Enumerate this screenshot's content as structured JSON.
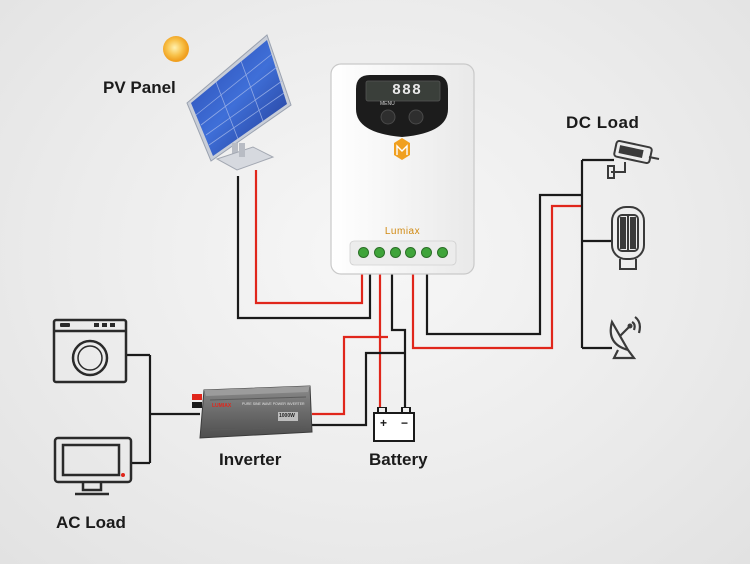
{
  "labels": {
    "pv_panel": "PV Panel",
    "dc_load": "DC Load",
    "inverter": "Inverter",
    "battery": "Battery",
    "ac_load": "AC Load"
  },
  "controller": {
    "brand": "Lumiax",
    "display_reading": "888",
    "menu_label": "MENU",
    "terminal_count": 6
  },
  "inverter": {
    "brand": "LUMIAX",
    "model_text": "PURE SINE WAVE POWER INVERTER",
    "power_rating": "1000W"
  },
  "battery": {
    "positive_symbol": "+",
    "negative_symbol": "−"
  },
  "dc_loads": [
    "cctv-camera",
    "street-light",
    "satellite-dish"
  ],
  "ac_loads": [
    "washing-machine",
    "tv-monitor"
  ],
  "colors": {
    "positive_wire": "#e0261b",
    "negative_wire": "#1a1a1a",
    "accent": "#f0a020",
    "controller_body": "#f6f6f6"
  }
}
